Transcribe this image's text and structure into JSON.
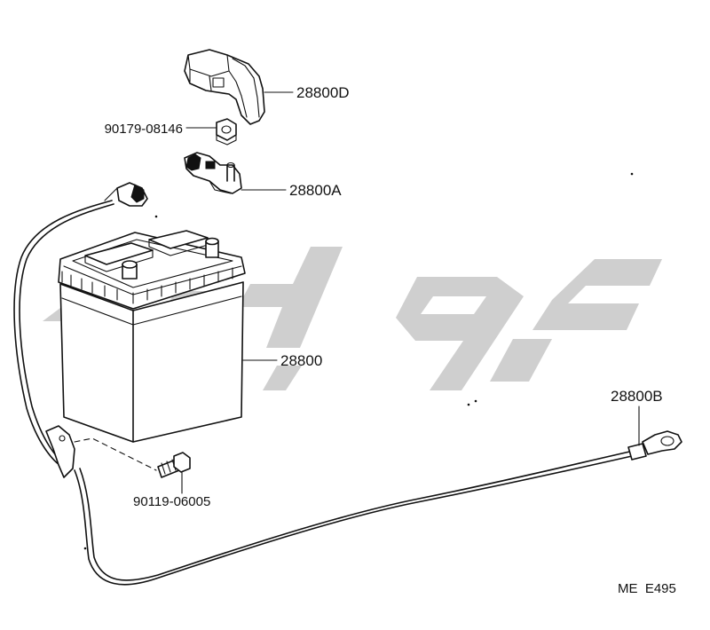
{
  "watermark": {
    "name": "brand-watermark-logo",
    "color": "#cfcfcf"
  },
  "callouts": {
    "cover": "28800D",
    "nut": "90179-08146",
    "terminal": "28800A",
    "battery": "28800",
    "cable": "28800B",
    "bolt": "90119-06005"
  },
  "code": "ME  E495"
}
